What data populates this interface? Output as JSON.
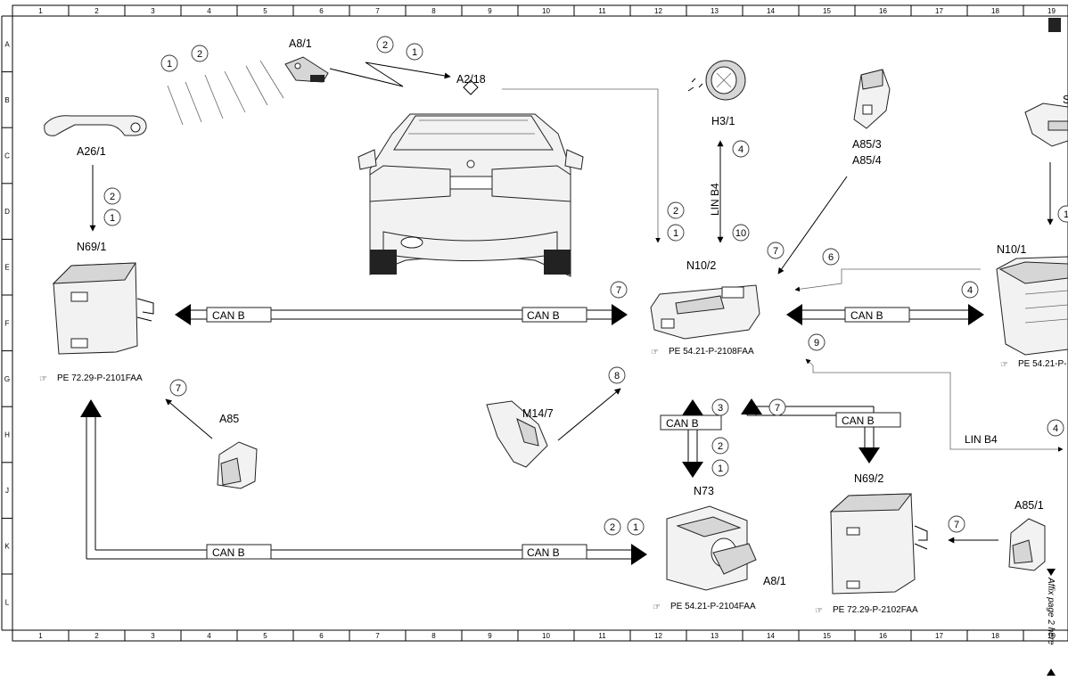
{
  "grid": {
    "columns": [
      "1",
      "2",
      "3",
      "4",
      "5",
      "6",
      "7",
      "8",
      "9",
      "10",
      "11",
      "12",
      "13",
      "14",
      "15",
      "16",
      "17",
      "18",
      "19"
    ],
    "rows": [
      "A",
      "B",
      "C",
      "D",
      "E",
      "F",
      "G",
      "H",
      "J",
      "K",
      "L"
    ]
  },
  "components": {
    "a8_1_top": "A8/1",
    "a2_18": "A2/18",
    "h3_1": "H3/1",
    "a85_3": "A85/3",
    "a85_4": "A85/4",
    "a26_1": "A26/1",
    "n69_1": "N69/1",
    "n10_2": "N10/2",
    "n10_1": "N10/1",
    "m14_7": "M14/7",
    "a85": "A85",
    "n73": "N73",
    "n69_2": "N69/2",
    "a85_1": "A85/1",
    "a8_1_bottom": "A8/1",
    "s_partial": "S"
  },
  "references": {
    "n69_1": "PE 72.29-P-2101FAA",
    "n10_2": "PE 54.21-P-2108FAA",
    "n10_1": "PE 54.21-P-",
    "n73": "PE 54.21-P-2104FAA",
    "n69_2": "PE 72.29-P-2102FAA"
  },
  "buses": {
    "can_b": "CAN B",
    "lin_b4": "LIN B4"
  },
  "circled_numbers": {
    "c_keyless_1": "1",
    "c_keyless_2": "2",
    "c_a8_2": "2",
    "c_a8_1": "1",
    "c_a26_2": "2",
    "c_a26_1": "1",
    "c_n10_2a": "2",
    "c_n10_1a": "1",
    "c_h3_4": "4",
    "c_h3_10": "10",
    "c_a85_3_7": "7",
    "c_n10_1_6": "6",
    "c_canb_n10_1_4": "4",
    "c_canb_n69_1_7": "7",
    "c_m14_8": "8",
    "c_n10_9": "9",
    "c_n73_3": "3",
    "c_n69_2_7": "7",
    "c_n73_2": "2",
    "c_n73_1": "1",
    "c_a85_7": "7",
    "c_lin_4": "4",
    "c_a8b_2": "2",
    "c_a8b_1": "1",
    "c_a85_1_7": "7",
    "c_right_edge": "1"
  },
  "side_note": "Affix page 2 here"
}
